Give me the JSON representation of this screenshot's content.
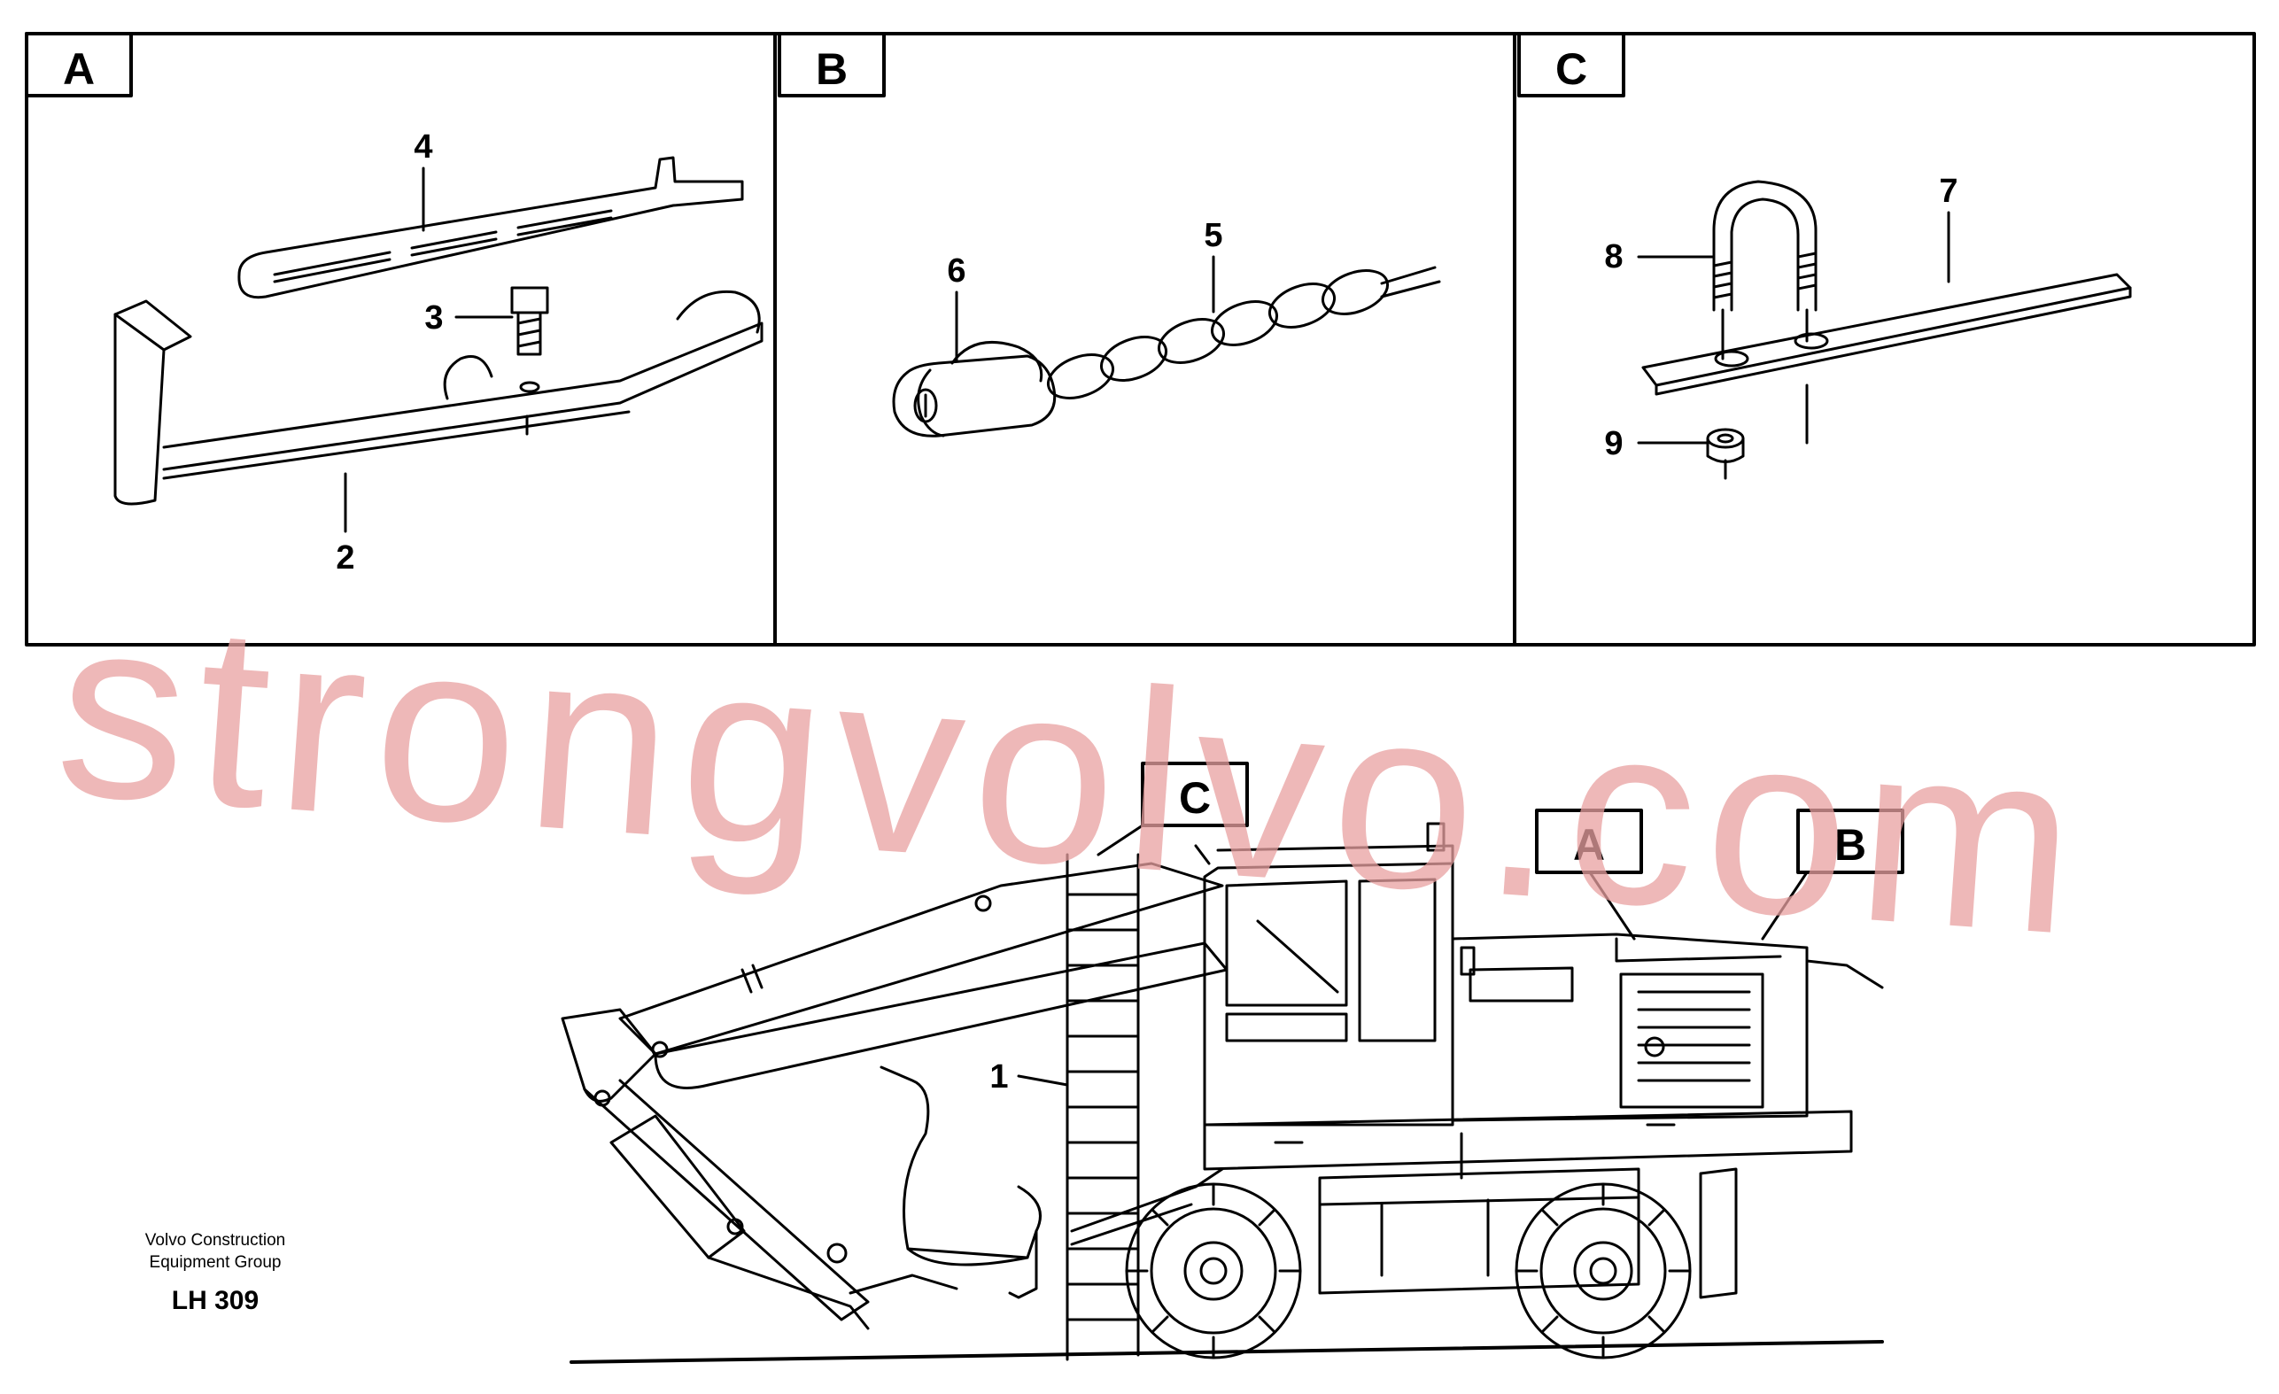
{
  "panels": [
    {
      "letter": "A",
      "callouts": [
        "4",
        "3",
        "2"
      ]
    },
    {
      "letter": "B",
      "callouts": [
        "6",
        "5"
      ]
    },
    {
      "letter": "C",
      "callouts": [
        "8",
        "7",
        "9"
      ]
    }
  ],
  "machine": {
    "label_c": "C",
    "label_a": "A",
    "label_b": "B",
    "callout_1": "1"
  },
  "footer": {
    "company_line1": "Volvo Construction",
    "company_line2": "Equipment Group",
    "code": "LH 309"
  },
  "watermark": "strongvolvo.com",
  "colors": {
    "line": "#000000",
    "watermark": "#e8a0a0"
  }
}
